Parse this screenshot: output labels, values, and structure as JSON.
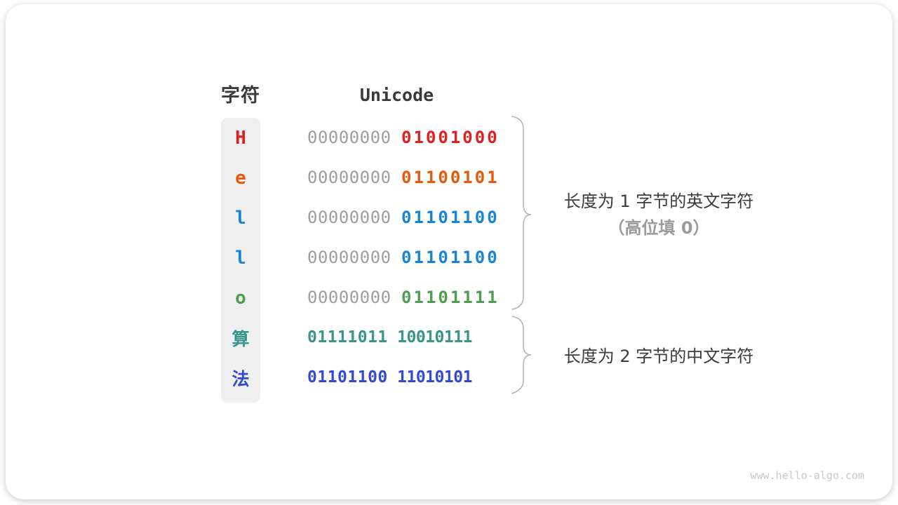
{
  "table": {
    "char_header": "字符",
    "unicode_header": "Unicode",
    "rows": [
      {
        "char": "H",
        "color": "#e02121",
        "byte1": "00000000",
        "byte1_color": "#9e9e9e",
        "byte2": "01001000",
        "byte2_color": "#e02121"
      },
      {
        "char": "e",
        "color": "#ea580c",
        "byte1": "00000000",
        "byte1_color": "#9e9e9e",
        "byte2": "01100101",
        "byte2_color": "#ea580c"
      },
      {
        "char": "l",
        "color": "#1784d4",
        "byte1": "00000000",
        "byte1_color": "#9e9e9e",
        "byte2": "01101100",
        "byte2_color": "#1784d4"
      },
      {
        "char": "l",
        "color": "#1784d4",
        "byte1": "00000000",
        "byte1_color": "#9e9e9e",
        "byte2": "01101100",
        "byte2_color": "#1784d4"
      },
      {
        "char": "o",
        "color": "#4f9d52",
        "byte1": "00000000",
        "byte1_color": "#9e9e9e",
        "byte2": "01101111",
        "byte2_color": "#4f9d52"
      },
      {
        "char": "算",
        "color": "#3a948a",
        "byte1": "01111011",
        "byte1_color": "#3a948a",
        "byte2": "10010111",
        "byte2_color": "#3a948a"
      },
      {
        "char": "法",
        "color": "#3348d5",
        "byte1": "01101100",
        "byte1_color": "#3348d5",
        "byte2": "11010101",
        "byte2_color": "#3348d5"
      }
    ]
  },
  "annotations": {
    "group1_line1": "长度为 1 字节的英文字符",
    "group1_line2": "（高位填 0）",
    "group2_line1": "长度为 2 字节的中文字符"
  },
  "watermark": "www.hello-algo.com",
  "colors": {
    "byte_gray": "#9e9e9e",
    "header_text": "#3a3a3a",
    "annotation_text": "#3c3c3c",
    "annotation_sub_text": "#9b9b9b",
    "brace": "#b3b3b3",
    "char_column_bg": "#efefef",
    "watermark_text": "#c9c9c9"
  }
}
